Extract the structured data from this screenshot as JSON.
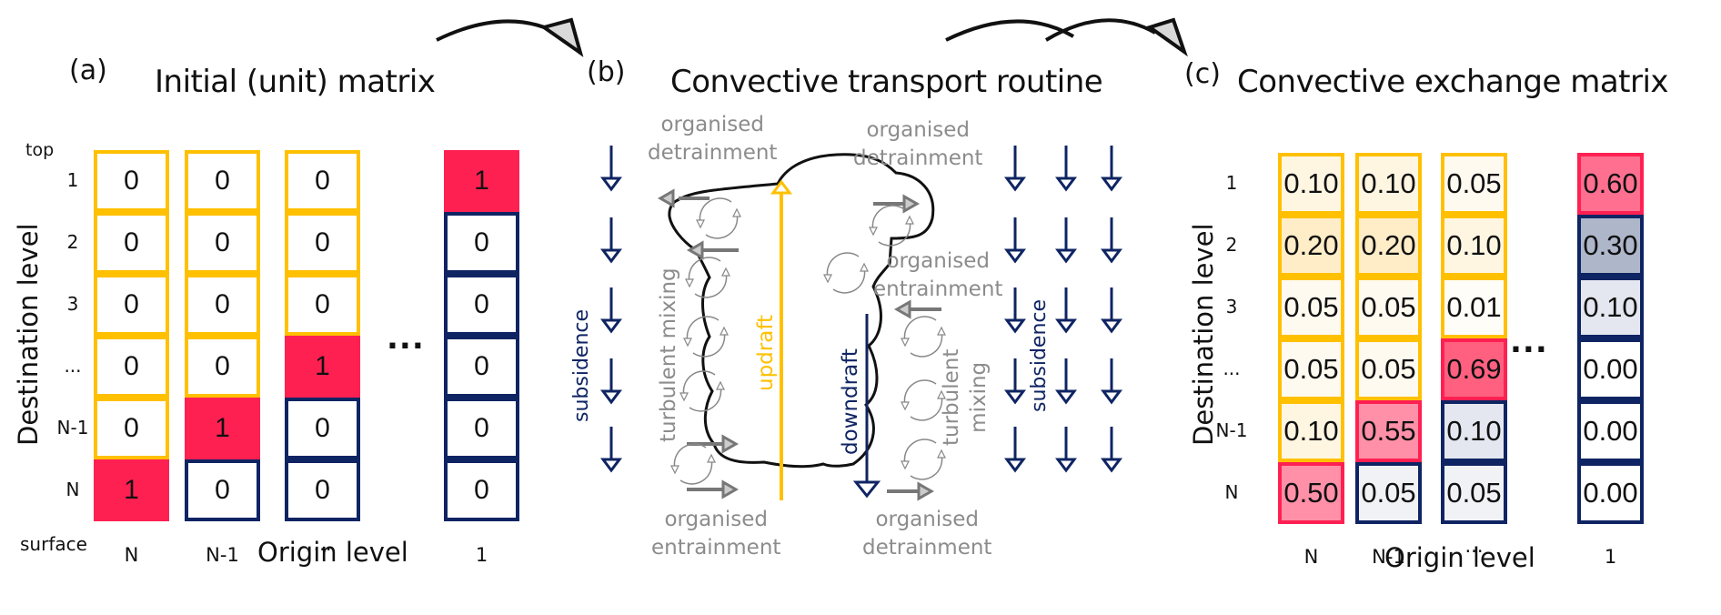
{
  "colors": {
    "upper_border": "#FFC000",
    "lower_border": "#0F2463",
    "diagonal_red": "#FF2052",
    "gray_text": "#8C8C8C",
    "updraft": "#FFC000",
    "downdraft": "#0F2463",
    "subsidence": "#0F2463"
  },
  "panel_a": {
    "label": "(a)",
    "title": "Initial (unit) matrix",
    "top_label": "top",
    "surface_label": "surface",
    "y_axis": "Destination level",
    "x_axis": "Origin level",
    "row_labels": [
      "1",
      "2",
      "3",
      "...",
      "N-1",
      "N"
    ],
    "col_labels": [
      "N",
      "N-1",
      "...",
      "1"
    ],
    "ellipsis": "...",
    "columns": [
      {
        "values": [
          "0",
          "0",
          "0",
          "0",
          "0",
          "1"
        ],
        "diag_row": 5
      },
      {
        "values": [
          "0",
          "0",
          "0",
          "0",
          "1",
          "0"
        ],
        "diag_row": 4
      },
      {
        "values": [
          "0",
          "0",
          "0",
          "1",
          "0",
          "0"
        ],
        "diag_row": 3
      },
      {
        "values": [
          "1",
          "0",
          "0",
          "0",
          "0",
          "0"
        ],
        "diag_row": 0
      }
    ]
  },
  "panel_b": {
    "label": "(b)",
    "title": "Convective transport routine",
    "labels": {
      "org_detrain_top_left": [
        "organised",
        "detrainment"
      ],
      "org_detrain_top_right": [
        "organised",
        "detrainment"
      ],
      "org_entrain_right": [
        "organised",
        "entrainment"
      ],
      "org_entrain_bottom_left": [
        "organised",
        "entrainment"
      ],
      "org_detrain_bottom_right": [
        "organised",
        "detrainment"
      ],
      "subsidence_left": "subsidence",
      "subsidence_right": "subsidence",
      "turbulent_mixing_left": "turbulent mixing",
      "turbulent_mixing_right": [
        "turbulent",
        "mixing"
      ],
      "updraft": "updraft",
      "downdraft": "downdraft"
    }
  },
  "panel_c": {
    "label": "(c)",
    "title": "Convective exchange matrix",
    "y_axis": "Destination level",
    "x_axis": "Origin level",
    "row_labels": [
      "1",
      "2",
      "3",
      "...",
      "N-1",
      "N"
    ],
    "col_labels": [
      "N",
      "N-1",
      "...",
      "1"
    ],
    "ellipsis": "...",
    "columns": [
      {
        "values": [
          "0.10",
          "0.20",
          "0.05",
          "0.05",
          "0.10",
          "0.50"
        ],
        "diag_row": 5
      },
      {
        "values": [
          "0.10",
          "0.20",
          "0.05",
          "0.05",
          "0.55",
          "0.05"
        ],
        "diag_row": 4
      },
      {
        "values": [
          "0.05",
          "0.10",
          "0.01",
          "0.69",
          "0.10",
          "0.05"
        ],
        "diag_row": 3
      },
      {
        "values": [
          "0.60",
          "0.30",
          "0.10",
          "0.00",
          "0.00",
          "0.00"
        ],
        "diag_row": 0
      }
    ]
  }
}
